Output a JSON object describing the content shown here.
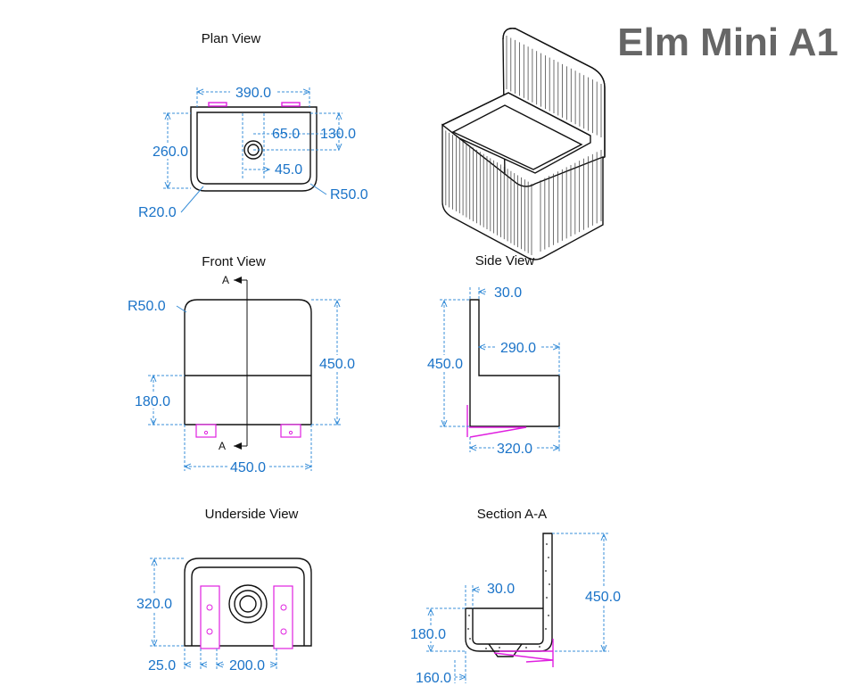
{
  "title": "Elm Mini A1",
  "views": {
    "plan": {
      "label": "Plan View",
      "dims": {
        "width": "390.0",
        "depth": "260.0",
        "hole_y": "65.0",
        "hole_x": "130.0",
        "hole_d": "45.0",
        "r_corner": "R50.0",
        "r_inner": "R20.0"
      }
    },
    "front": {
      "label": "Front View",
      "dims": {
        "radius": "R50.0",
        "height": "450.0",
        "basin": "180.0",
        "width": "450.0"
      },
      "section_marks": [
        "A",
        "A"
      ]
    },
    "side": {
      "label": "Side View",
      "dims": {
        "thickness": "30.0",
        "inner_depth": "290.0",
        "height": "450.0",
        "depth": "320.0"
      }
    },
    "underside": {
      "label": "Underside View",
      "dims": {
        "depth": "320.0",
        "offset": "25.0",
        "bracket_span": "200.0"
      }
    },
    "section": {
      "label": "Section A-A",
      "dims": {
        "wall": "30.0",
        "height": "450.0",
        "basin": "180.0",
        "offset": "160.0"
      }
    }
  }
}
